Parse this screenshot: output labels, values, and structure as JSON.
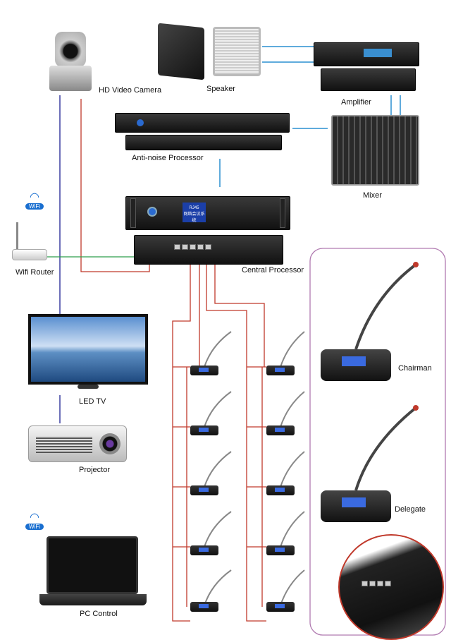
{
  "labels": {
    "camera": "HD Video Camera",
    "speaker": "Speaker",
    "amplifier": "Amplifier",
    "anti_noise": "Anti-noise Processor",
    "mixer": "Mixer",
    "wifi_router": "Wifi Router",
    "central": "Central Processor",
    "led_tv": "LED TV",
    "projector": "Projector",
    "pc": "PC Control",
    "chairman": "Chairman",
    "delegate": "Delegate"
  },
  "central_display": {
    "line1": "RJ45",
    "line2": "网络会议系统"
  },
  "wifi_badge": "WiFi",
  "colors": {
    "video_line": "#3b3fa0",
    "audio_line": "#2a8fd0",
    "red_line": "#c0392b",
    "network_line": "#2e9e4a",
    "frame": "#b07ab0"
  }
}
